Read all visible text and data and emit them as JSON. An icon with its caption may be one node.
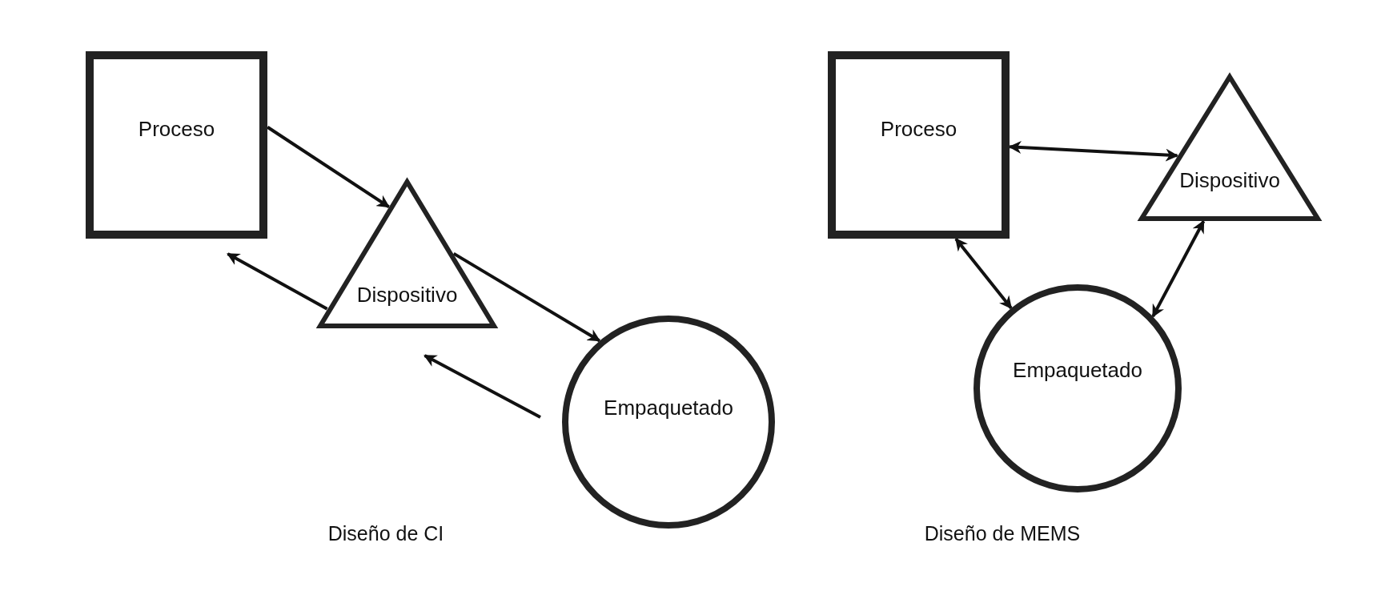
{
  "diagram": {
    "nodes": [
      {
        "text": [
          "Proceso"
        ]
      },
      {
        "text": [
          "Dispositivo"
        ]
      },
      {
        "text": [
          "Empaquetado"
        ]
      },
      {
        "text": [
          "Proceso"
        ]
      },
      {
        "text": [
          "Dispositivo"
        ]
      },
      {
        "text": [
          "Empaquetado"
        ]
      }
    ],
    "edges": [
      {
        "from": 0,
        "to": 1,
        "arrow": "to"
      },
      {
        "from": 1,
        "to": 2,
        "arrow": "to"
      },
      {
        "from": 1,
        "to": 0,
        "arrow": "to"
      },
      {
        "from": 2,
        "to": 1,
        "arrow": "to"
      },
      {
        "from": 3,
        "to": 4,
        "arrow": "both"
      },
      {
        "from": 3,
        "to": 5,
        "arrow": "both"
      },
      {
        "from": 5,
        "to": 4,
        "arrow": "both"
      }
    ],
    "labels": [
      "Diseño de CI",
      "Diseño de MEMS"
    ]
  }
}
